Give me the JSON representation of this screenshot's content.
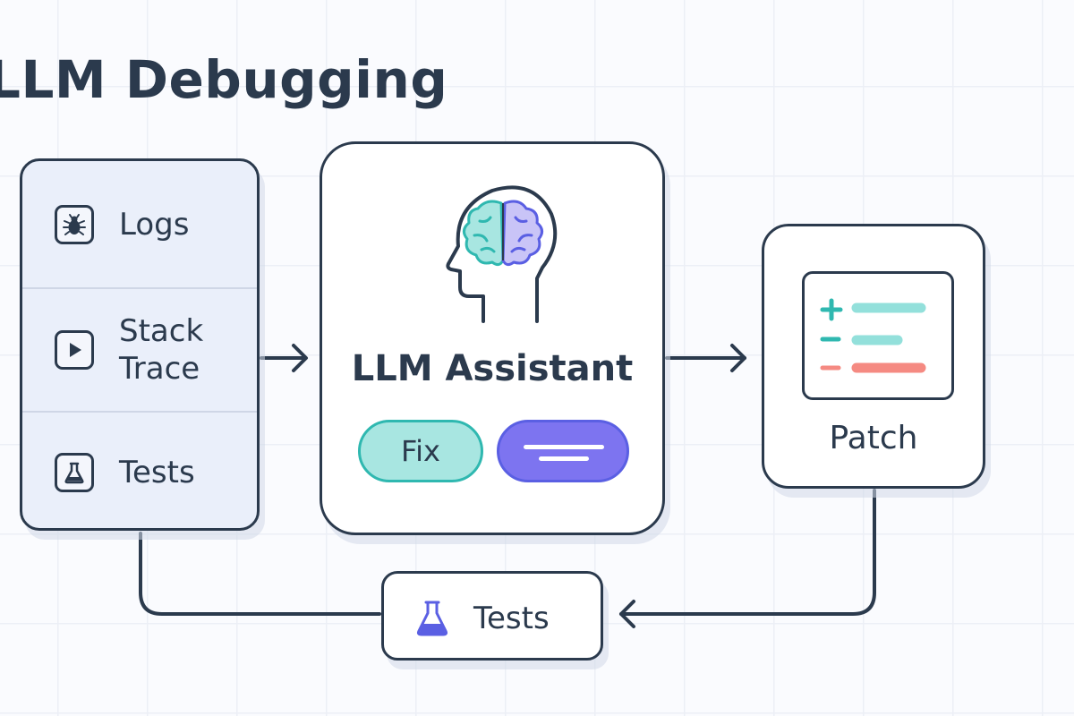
{
  "diagram": {
    "title": "LLM Debugging",
    "inputs": [
      {
        "label": "Logs",
        "icon": "bug-icon"
      },
      {
        "label": "Stack\nTrace",
        "icon": "play-icon"
      },
      {
        "label": "Tests",
        "icon": "flask-icon"
      }
    ],
    "assistant": {
      "label": "LLM Assistant",
      "icon": "brain-head-icon",
      "fix_label": "Fix",
      "message_icon": "message-lines-icon"
    },
    "patch": {
      "label": "Patch",
      "diff_lines": [
        {
          "sign": "+",
          "kind": "added"
        },
        {
          "sign": "−",
          "kind": "changed"
        },
        {
          "sign": "−",
          "kind": "removed"
        }
      ]
    },
    "tests": {
      "label": "Tests",
      "icon": "flask-icon"
    }
  },
  "colors": {
    "ink": "#2b3a4d",
    "teal": "#2fb8b0",
    "teal_light": "#a8e6e1",
    "purple": "#7d74f0",
    "indigo": "#5a5fe3",
    "red": "#f58a82",
    "panel": "#eaeffa"
  }
}
